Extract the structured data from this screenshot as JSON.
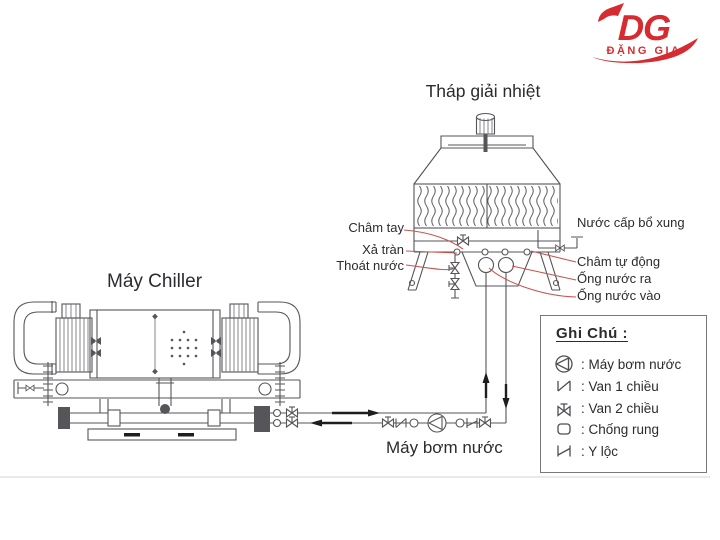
{
  "logo": {
    "initials": "DG",
    "name": "ĐẶNG GIA",
    "color": "#d62b30"
  },
  "labels": {
    "cooling_tower": "Tháp giải nhiệt",
    "chiller": "Máy Chiller",
    "pump": "Máy bơm nước",
    "manual_fill": "Châm tay",
    "overflow": "Xả tràn",
    "drain": "Thoát nước",
    "makeup_water": "Nước cấp bổ xung",
    "auto_fill": "Châm tự động",
    "water_out": "Ống nước ra",
    "water_in": "Ống nước vào"
  },
  "legend": {
    "title": "Ghi Chú :",
    "items": [
      {
        "symbol": "pump-icon",
        "label": ": Máy bơm nước"
      },
      {
        "symbol": "check-valve-icon",
        "label": ": Van 1 chiều"
      },
      {
        "symbol": "two-way-valve-icon",
        "label": ": Van 2 chiều"
      },
      {
        "symbol": "vibration-damper-icon",
        "label": ": Chống rung"
      },
      {
        "symbol": "y-strainer-icon",
        "label": ": Y lộc"
      }
    ]
  },
  "colors": {
    "line": "#55555a",
    "text": "#2b2b30",
    "leader": "#c4564f",
    "logo_red": "#d62b30",
    "arrow": "#1e1e22"
  }
}
